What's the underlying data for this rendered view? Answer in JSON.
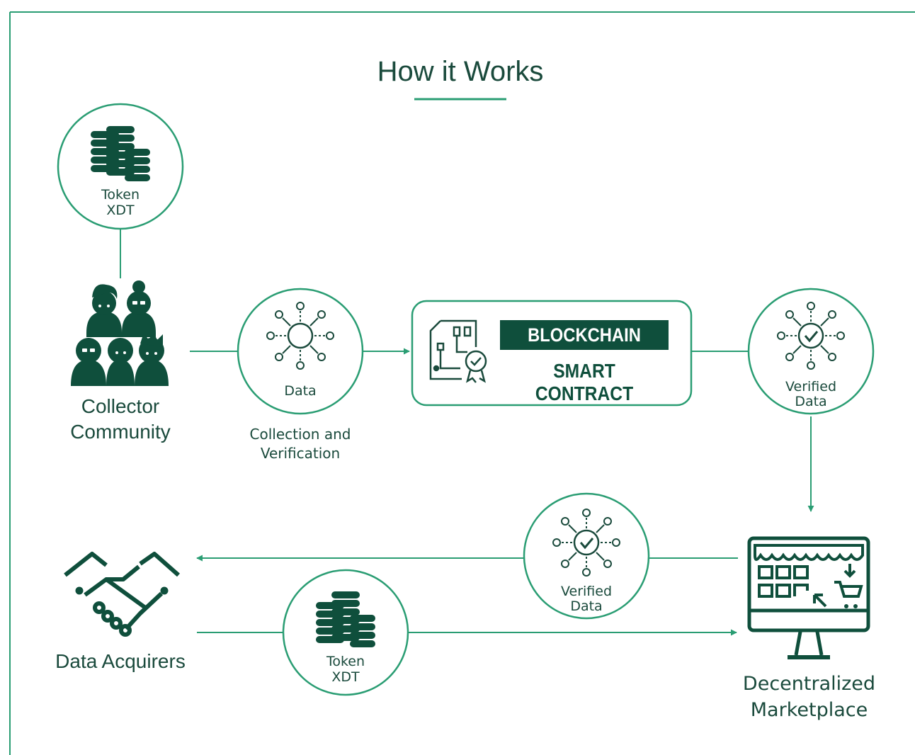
{
  "title": "How it Works",
  "nodes": {
    "token_top": {
      "line1": "Token",
      "line2": "XDT"
    },
    "collector": {
      "line1": "Collector",
      "line2": "Community"
    },
    "data_collection": {
      "label": "Data",
      "caption_line1": "Collection and",
      "caption_line2": "Verification"
    },
    "blockchain": {
      "title": "BLOCKCHAIN",
      "subtitle": "SMART CONTRACT"
    },
    "verified_top": {
      "line1": "Verified",
      "line2": "Data"
    },
    "verified_bottom": {
      "line1": "Verified",
      "line2": "Data"
    },
    "marketplace": {
      "line1": "Decentralized",
      "line2": "Marketplace"
    },
    "acquirers": {
      "label": "Data Acquirers"
    },
    "token_bottom": {
      "line1": "Token",
      "line2": "XDT"
    }
  },
  "colors": {
    "accent": "#2a9d73",
    "dark": "#0f4f3c",
    "text": "#1a4a3c"
  }
}
